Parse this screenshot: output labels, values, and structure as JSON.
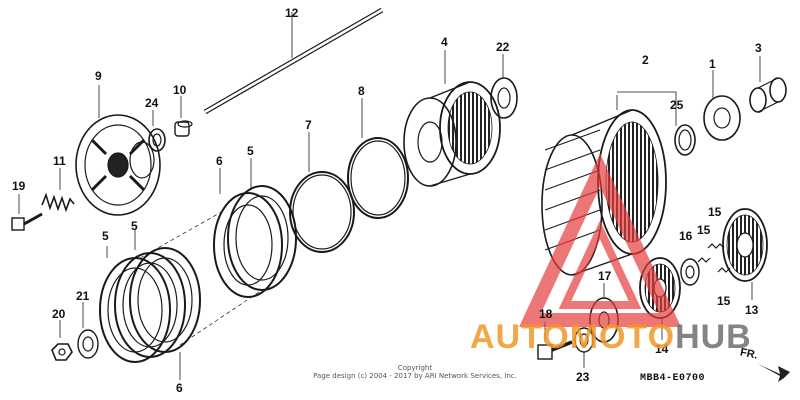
{
  "callouts": {
    "c1": "1",
    "c2": "2",
    "c3": "3",
    "c4": "4",
    "c5a": "5",
    "c5b": "5",
    "c5c": "5",
    "c6a": "6",
    "c6b": "6",
    "c7": "7",
    "c8": "8",
    "c9": "9",
    "c10": "10",
    "c11": "11",
    "c12": "12",
    "c13": "13",
    "c14": "14",
    "c15a": "15",
    "c15b": "15",
    "c15c": "15",
    "c16": "16",
    "c17": "17",
    "c18": "18",
    "c19": "19",
    "c20": "20",
    "c21": "21",
    "c22": "22",
    "c23": "23",
    "c24": "24",
    "c25": "25"
  },
  "copyright": {
    "line1": "Copyright",
    "line2": "Page design (c) 2004 - 2017 by ARI Network Services, Inc."
  },
  "diagram_code": "MBB4-E0700",
  "front_indicator": "FR.",
  "watermark": {
    "part1": "AUTOMOTO",
    "part2": "HUB",
    "colors": {
      "orange": "#f0962a",
      "gray": "#6e6e6e",
      "red": "#e63c3c"
    }
  },
  "line_color": "#1a1a1a"
}
